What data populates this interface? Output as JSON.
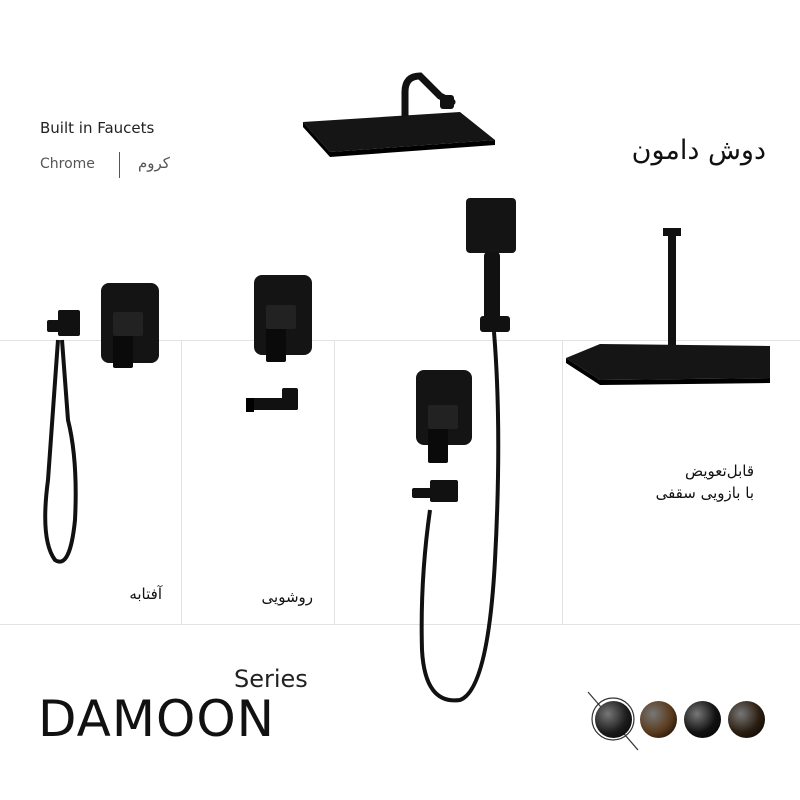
{
  "header": {
    "title": "Built in Faucets",
    "finish_latin": "Chrome",
    "finish_persian": "کروم"
  },
  "product": {
    "name_persian": "دوش دامون"
  },
  "cells": {
    "aftabe_label": "آفتابه",
    "roshooei_label": "روشویی",
    "ceiling_label_line1": "قابل‌تعویض",
    "ceiling_label_line2": "با بازویی سقفی"
  },
  "brand": {
    "series": "Series",
    "name": "DAMOON"
  },
  "finishes": {
    "swatches": [
      {
        "name": "black-selected",
        "color": "#1c1c1c"
      },
      {
        "name": "bronze",
        "color": "#5a3a1c"
      },
      {
        "name": "matte-black",
        "color": "#111111"
      },
      {
        "name": "black-gold",
        "color": "#2a1d10"
      }
    ]
  }
}
